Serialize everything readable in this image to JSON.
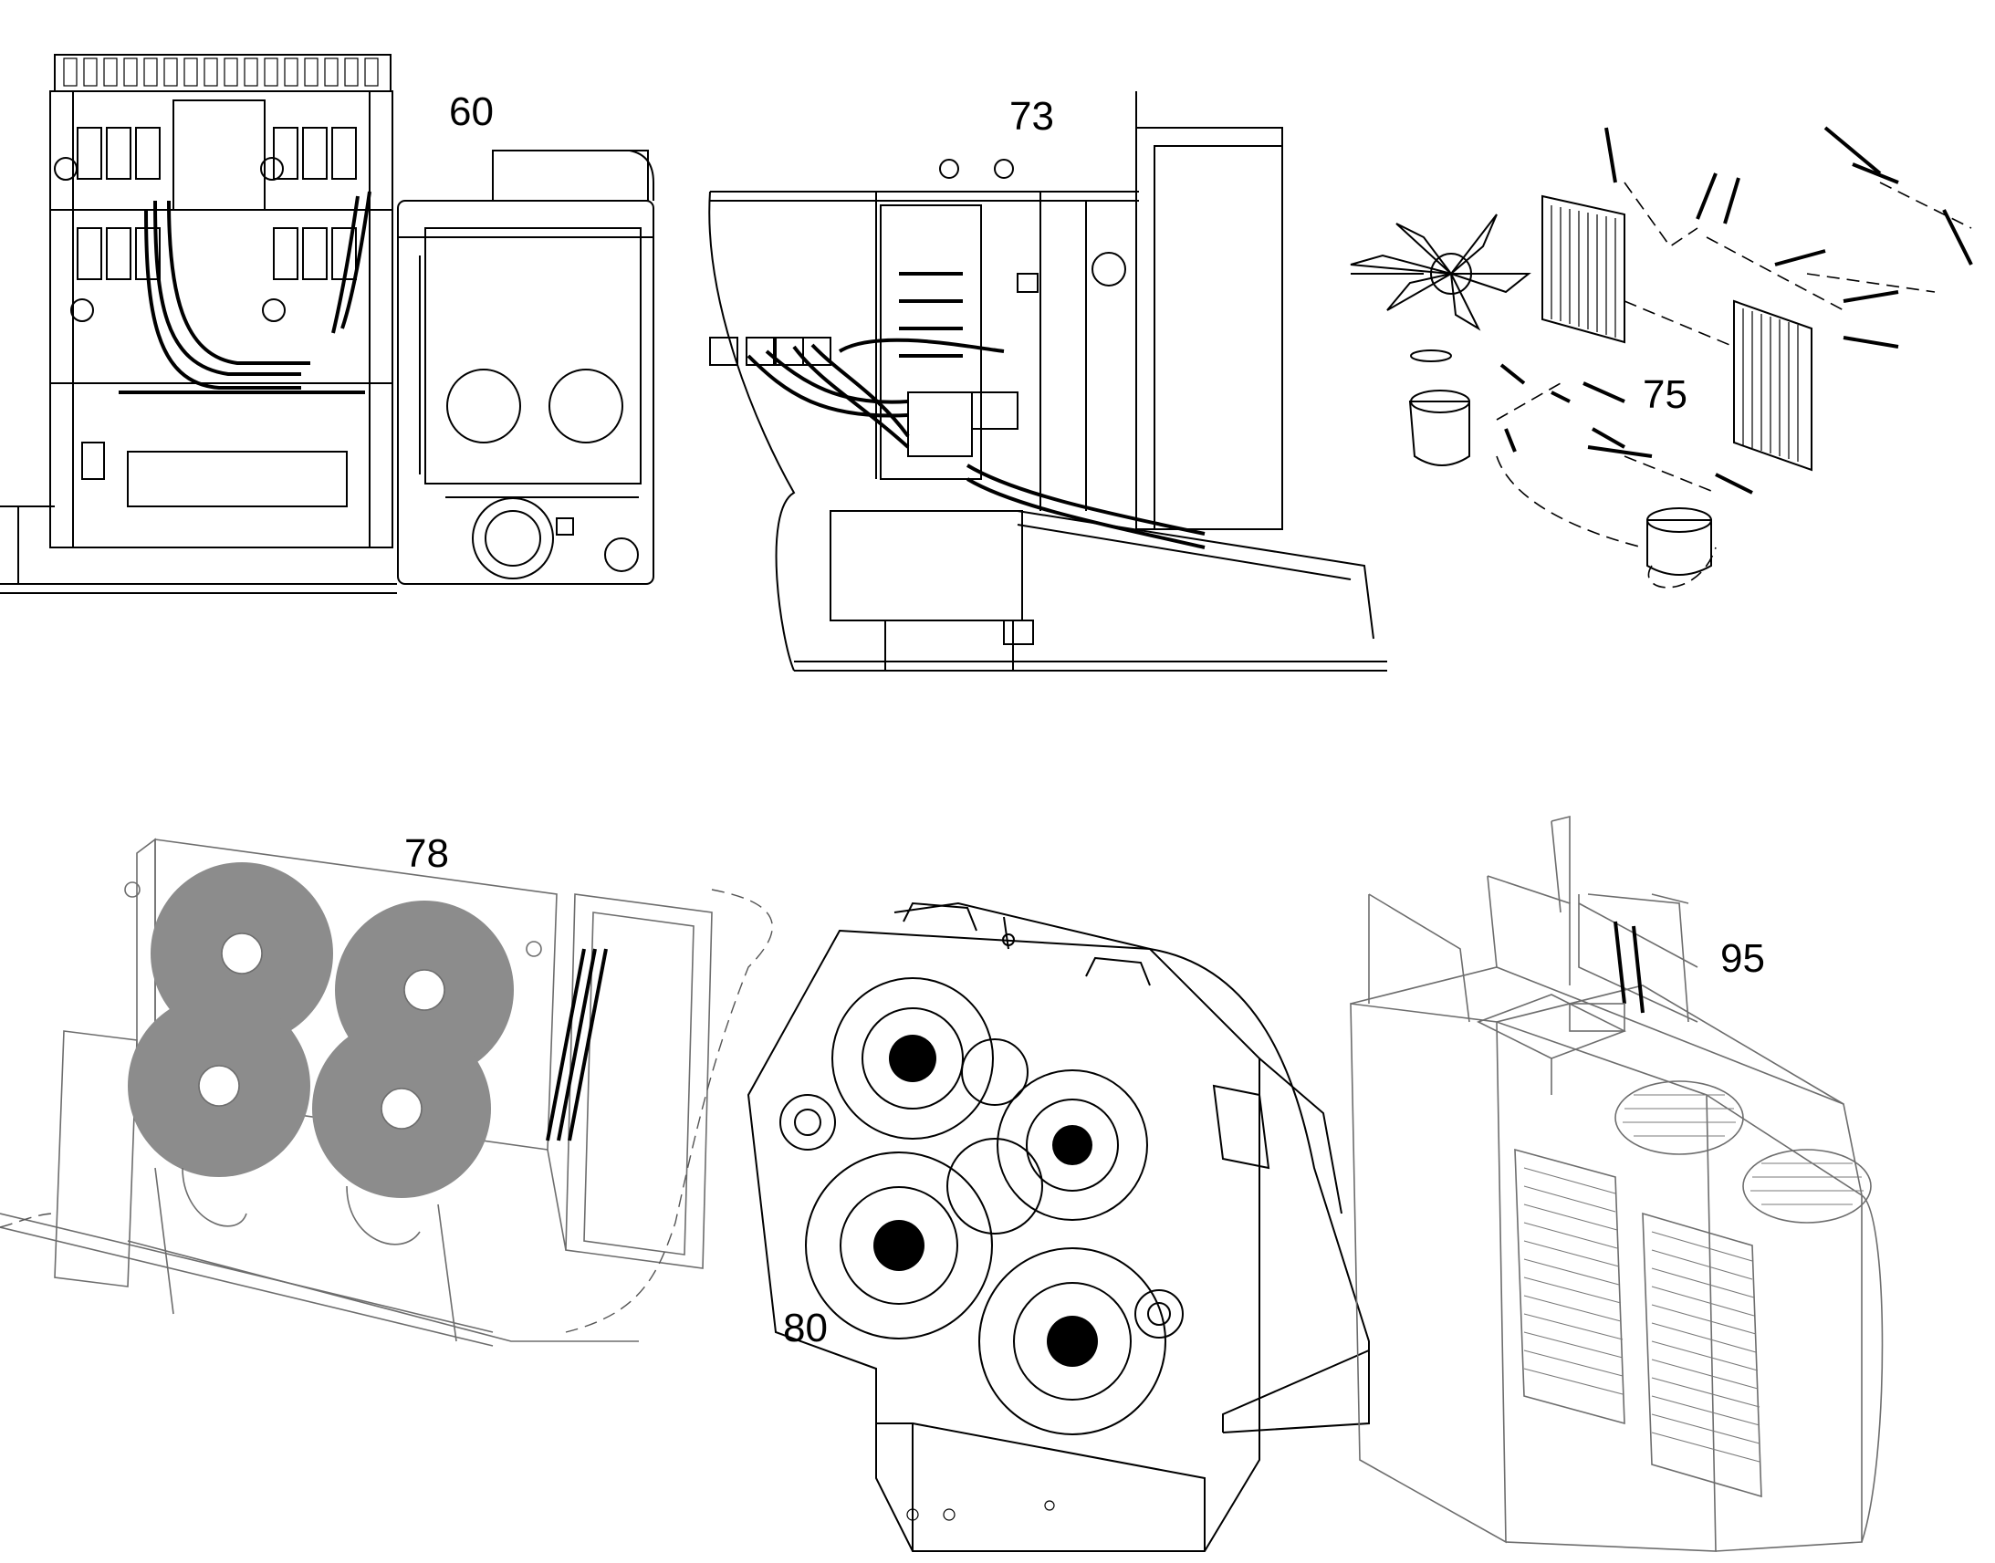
{
  "figure": {
    "background": "#ffffff",
    "line_color": "#000000",
    "shaded_color": "#8c8c8c",
    "callouts": [
      {
        "id": "60",
        "label": "60"
      },
      {
        "id": "73",
        "label": "73"
      },
      {
        "id": "75",
        "label": "75"
      },
      {
        "id": "78",
        "label": "78"
      },
      {
        "id": "80",
        "label": "80"
      },
      {
        "id": "95",
        "label": "95"
      }
    ]
  }
}
